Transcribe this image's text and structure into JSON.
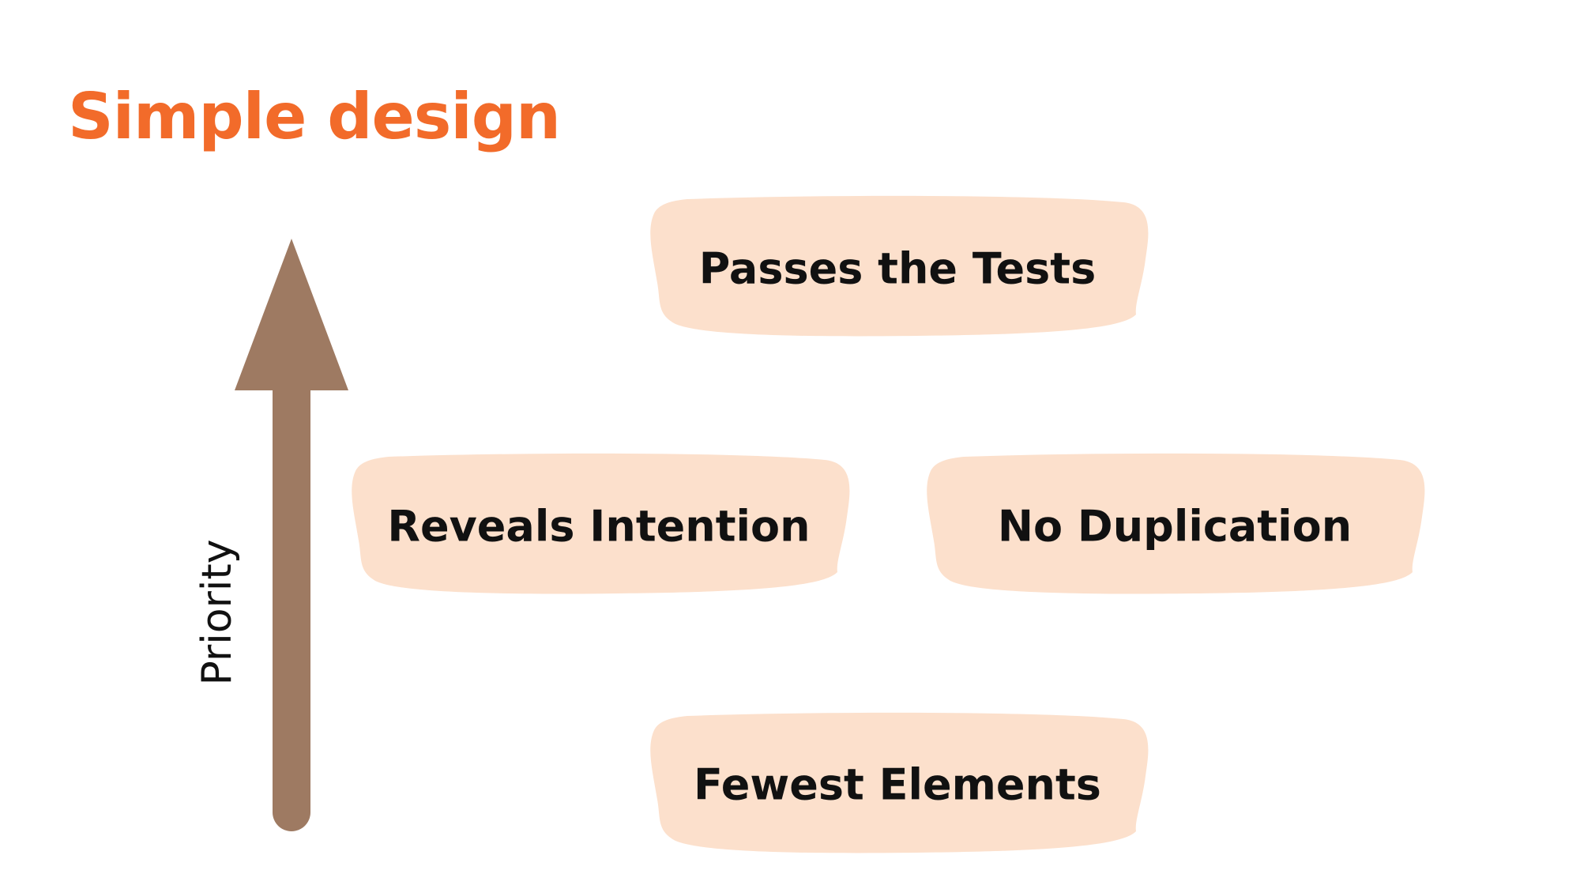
{
  "slide": {
    "title": "Simple design",
    "colors": {
      "title": "#F26B2A",
      "box_fill": "#FCE0CC",
      "arrow": "#9E7A62",
      "text": "#111111"
    }
  },
  "diagram": {
    "axis_label": "Priority",
    "axis_icon": "up-arrow-icon",
    "boxes": [
      {
        "label": "Passes the Tests"
      },
      {
        "label": "Reveals Intention"
      },
      {
        "label": "No Duplication"
      },
      {
        "label": "Fewest Elements"
      }
    ]
  }
}
